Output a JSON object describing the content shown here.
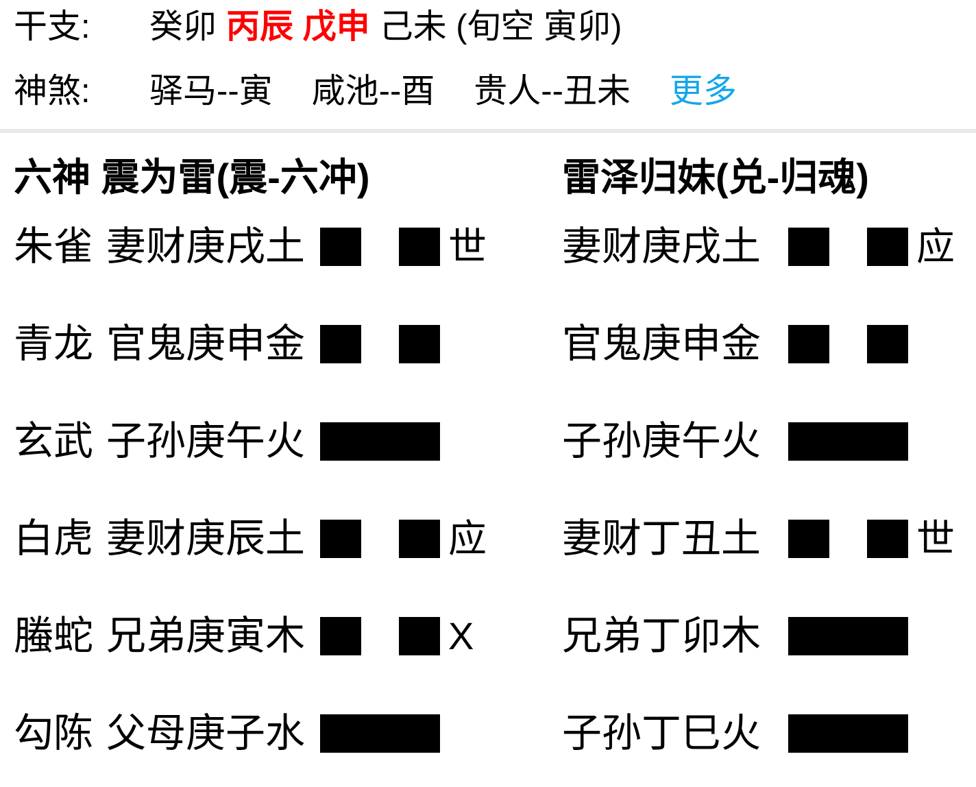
{
  "colors": {
    "red_highlight": "#fe0000",
    "link_blue": "#15a7e8",
    "divider_gray": "#e9e9e9",
    "line_black": "#000000"
  },
  "top": {
    "ganzhi_label": "干支:",
    "ganzhi_black_1": "癸卯",
    "ganzhi_red": "丙辰 戊申",
    "ganzhi_black_2": "己未 (旬空 寅卯)",
    "shensha_label": "神煞:",
    "shensha_item_1": "驿马--寅",
    "shensha_item_2": "咸池--酉",
    "shensha_item_3": "贵人--丑未",
    "more_link": "更多"
  },
  "left_hexagram": {
    "header": "六神 震为雷(震-六冲)",
    "rows": [
      {
        "god": "朱雀",
        "text": "妻财庚戌土",
        "line": "yin",
        "marker": "世"
      },
      {
        "god": "青龙",
        "text": "官鬼庚申金",
        "line": "yin",
        "marker": ""
      },
      {
        "god": "玄武",
        "text": "子孙庚午火",
        "line": "yang",
        "marker": ""
      },
      {
        "god": "白虎",
        "text": "妻财庚辰土",
        "line": "yin",
        "marker": "应"
      },
      {
        "god": "螣蛇",
        "text": "兄弟庚寅木",
        "line": "yin",
        "marker": "X"
      },
      {
        "god": "勾陈",
        "text": "父母庚子水",
        "line": "yang",
        "marker": ""
      }
    ]
  },
  "right_hexagram": {
    "header": "雷泽归妹(兑-归魂)",
    "rows": [
      {
        "text": "妻财庚戌土",
        "line": "yin",
        "marker": "应"
      },
      {
        "text": "官鬼庚申金",
        "line": "yin",
        "marker": ""
      },
      {
        "text": "子孙庚午火",
        "line": "yang",
        "marker": ""
      },
      {
        "text": "妻财丁丑土",
        "line": "yin",
        "marker": "世"
      },
      {
        "text": "兄弟丁卯木",
        "line": "yang",
        "marker": ""
      },
      {
        "text": "子孙丁巳火",
        "line": "yang",
        "marker": ""
      }
    ]
  }
}
